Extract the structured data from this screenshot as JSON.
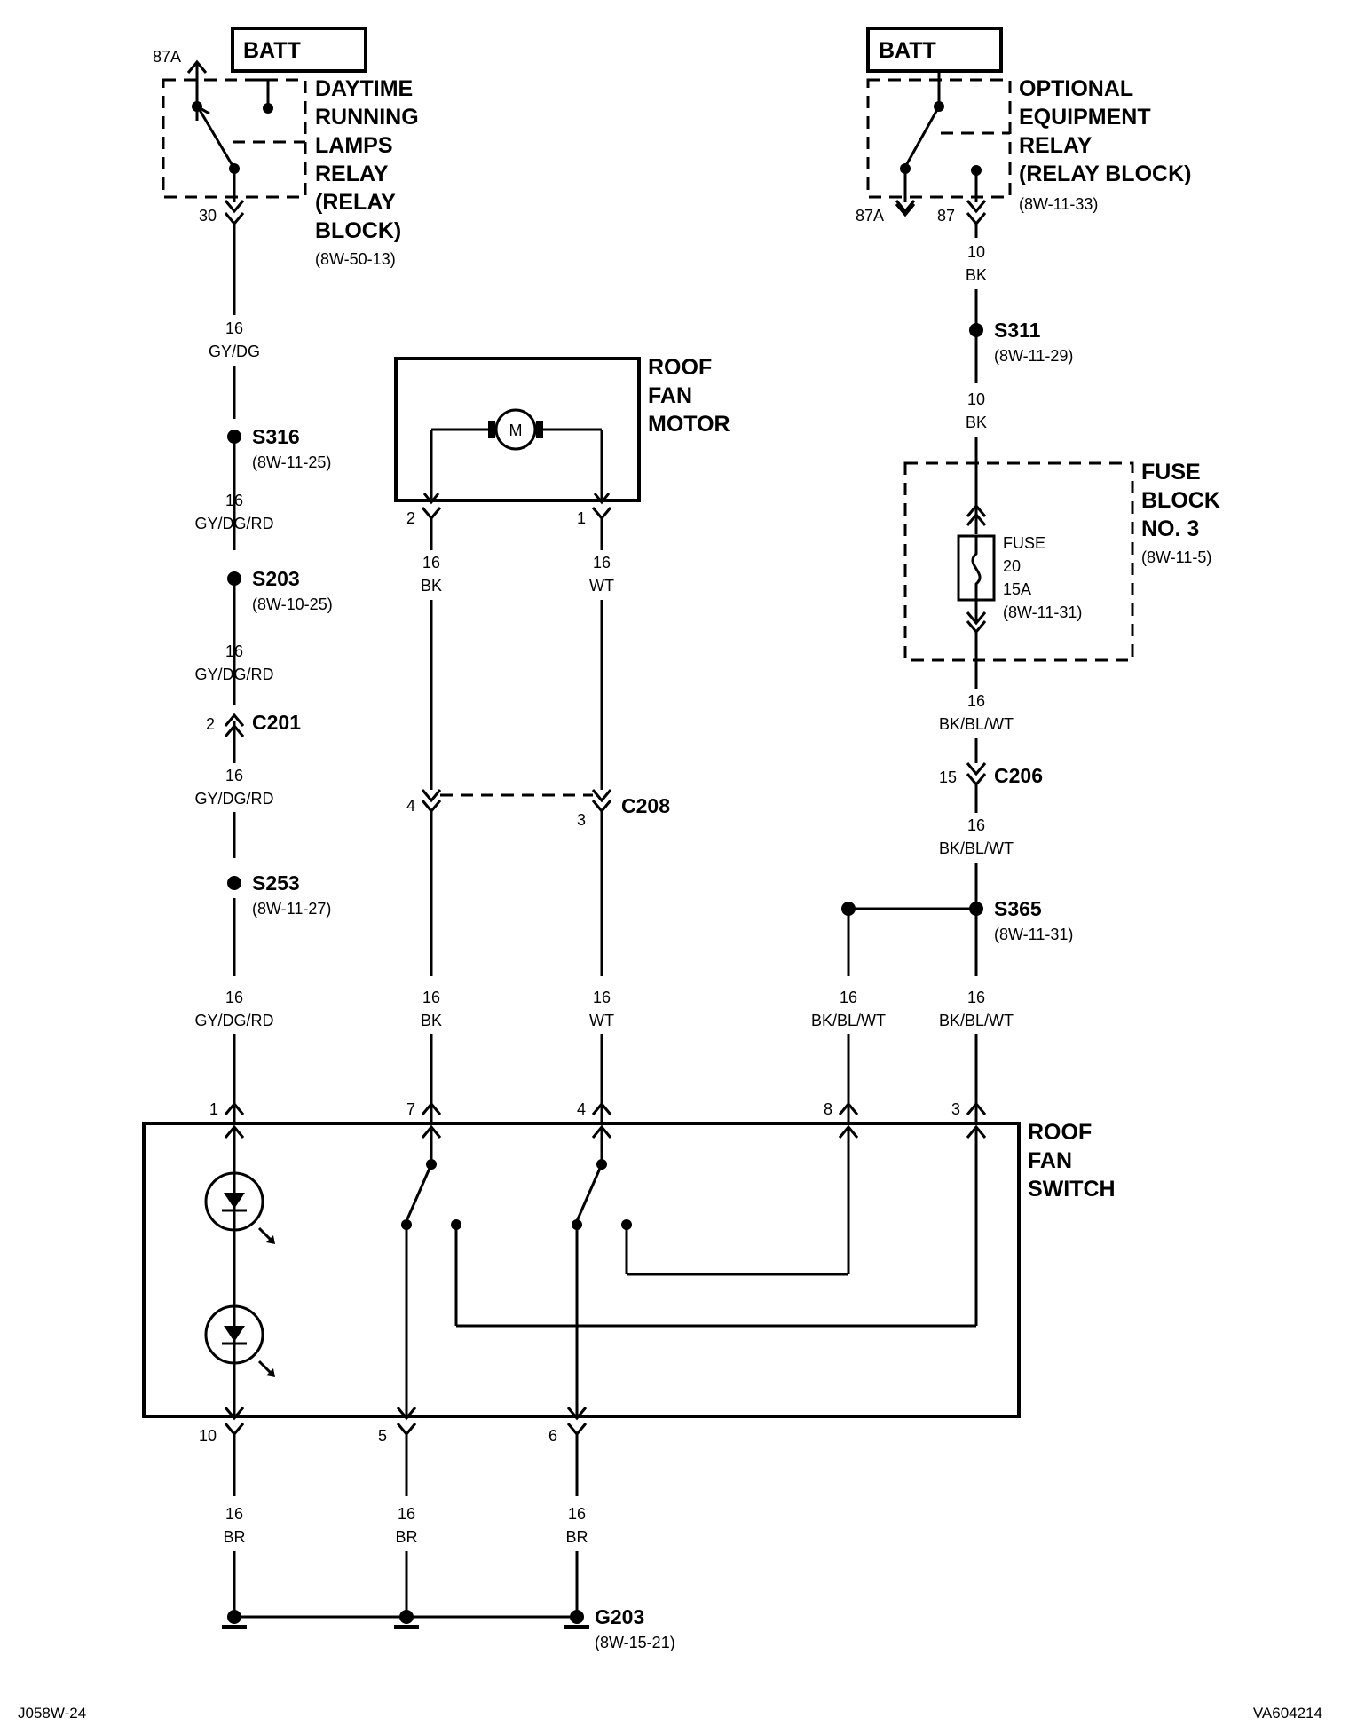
{
  "batt_left": "BATT",
  "batt_right": "BATT",
  "drl_relay": {
    "name_lines": [
      "DAYTIME",
      "RUNNING",
      "LAMPS",
      "RELAY",
      "(RELAY",
      "BLOCK)"
    ],
    "ref": "(8W-50-13)",
    "pin_87a": "87A",
    "pin_30": "30"
  },
  "oe_relay": {
    "name_lines": [
      "OPTIONAL",
      "EQUIPMENT",
      "RELAY",
      "(RELAY BLOCK)"
    ],
    "ref": "(8W-11-33)",
    "pin_87a": "87A",
    "pin_87": "87"
  },
  "fan_motor": {
    "name_lines": [
      "ROOF",
      "FAN",
      "MOTOR"
    ],
    "symbol": "M",
    "pin_2": "2",
    "pin_1": "1"
  },
  "fuse_block": {
    "name_lines": [
      "FUSE",
      "BLOCK",
      "NO. 3"
    ],
    "ref": "(8W-11-5)",
    "fuse_lines": [
      "FUSE",
      "20",
      "15A",
      "(8W-11-31)"
    ]
  },
  "switch": {
    "name_lines": [
      "ROOF",
      "FAN",
      "SWITCH"
    ],
    "pins_top": [
      "1",
      "7",
      "4",
      "8",
      "3"
    ],
    "pins_bottom": [
      "10",
      "5",
      "6"
    ]
  },
  "splices": {
    "s316": {
      "name": "S316",
      "ref": "(8W-11-25)"
    },
    "s203": {
      "name": "S203",
      "ref": "(8W-10-25)"
    },
    "s253": {
      "name": "S253",
      "ref": "(8W-11-27)"
    },
    "s311": {
      "name": "S311",
      "ref": "(8W-11-29)"
    },
    "s365": {
      "name": "S365",
      "ref": "(8W-11-31)"
    }
  },
  "connectors": {
    "c201": {
      "name": "C201",
      "pin": "2"
    },
    "c208": {
      "name": "C208",
      "pin_left": "4",
      "pin_right": "3"
    },
    "c206": {
      "name": "C206",
      "pin": "15"
    }
  },
  "ground": {
    "name": "G203",
    "ref": "(8W-15-21)"
  },
  "wires": {
    "w1_gauge": "16",
    "w1_color": "GY/DG",
    "w2_gauge": "16",
    "w2_color": "GY/DG/RD",
    "w3_gauge": "16",
    "w3_color": "GY/DG/RD",
    "w4_gauge": "16",
    "w4_color": "GY/DG/RD",
    "w5_gauge": "16",
    "w5_color": "GY/DG/RD",
    "m_bk_gauge": "16",
    "m_bk_color": "BK",
    "m_wt_gauge": "16",
    "m_wt_color": "WT",
    "bk_low_gauge": "16",
    "bk_low_color": "BK",
    "wt_low_gauge": "16",
    "wt_low_color": "WT",
    "r1_gauge": "10",
    "r1_color": "BK",
    "r2_gauge": "10",
    "r2_color": "BK",
    "r3_gauge": "16",
    "r3_color": "BK/BL/WT",
    "r4_gauge": "16",
    "r4_color": "BK/BL/WT",
    "r5_gauge": "16",
    "r5_color": "BK/BL/WT",
    "r6_gauge": "16",
    "r6_color": "BK/BL/WT",
    "g1_gauge": "16",
    "g1_color": "BR",
    "g2_gauge": "16",
    "g2_color": "BR",
    "g3_gauge": "16",
    "g3_color": "BR"
  },
  "footer_left": "J058W-24",
  "footer_right": "VA604214"
}
